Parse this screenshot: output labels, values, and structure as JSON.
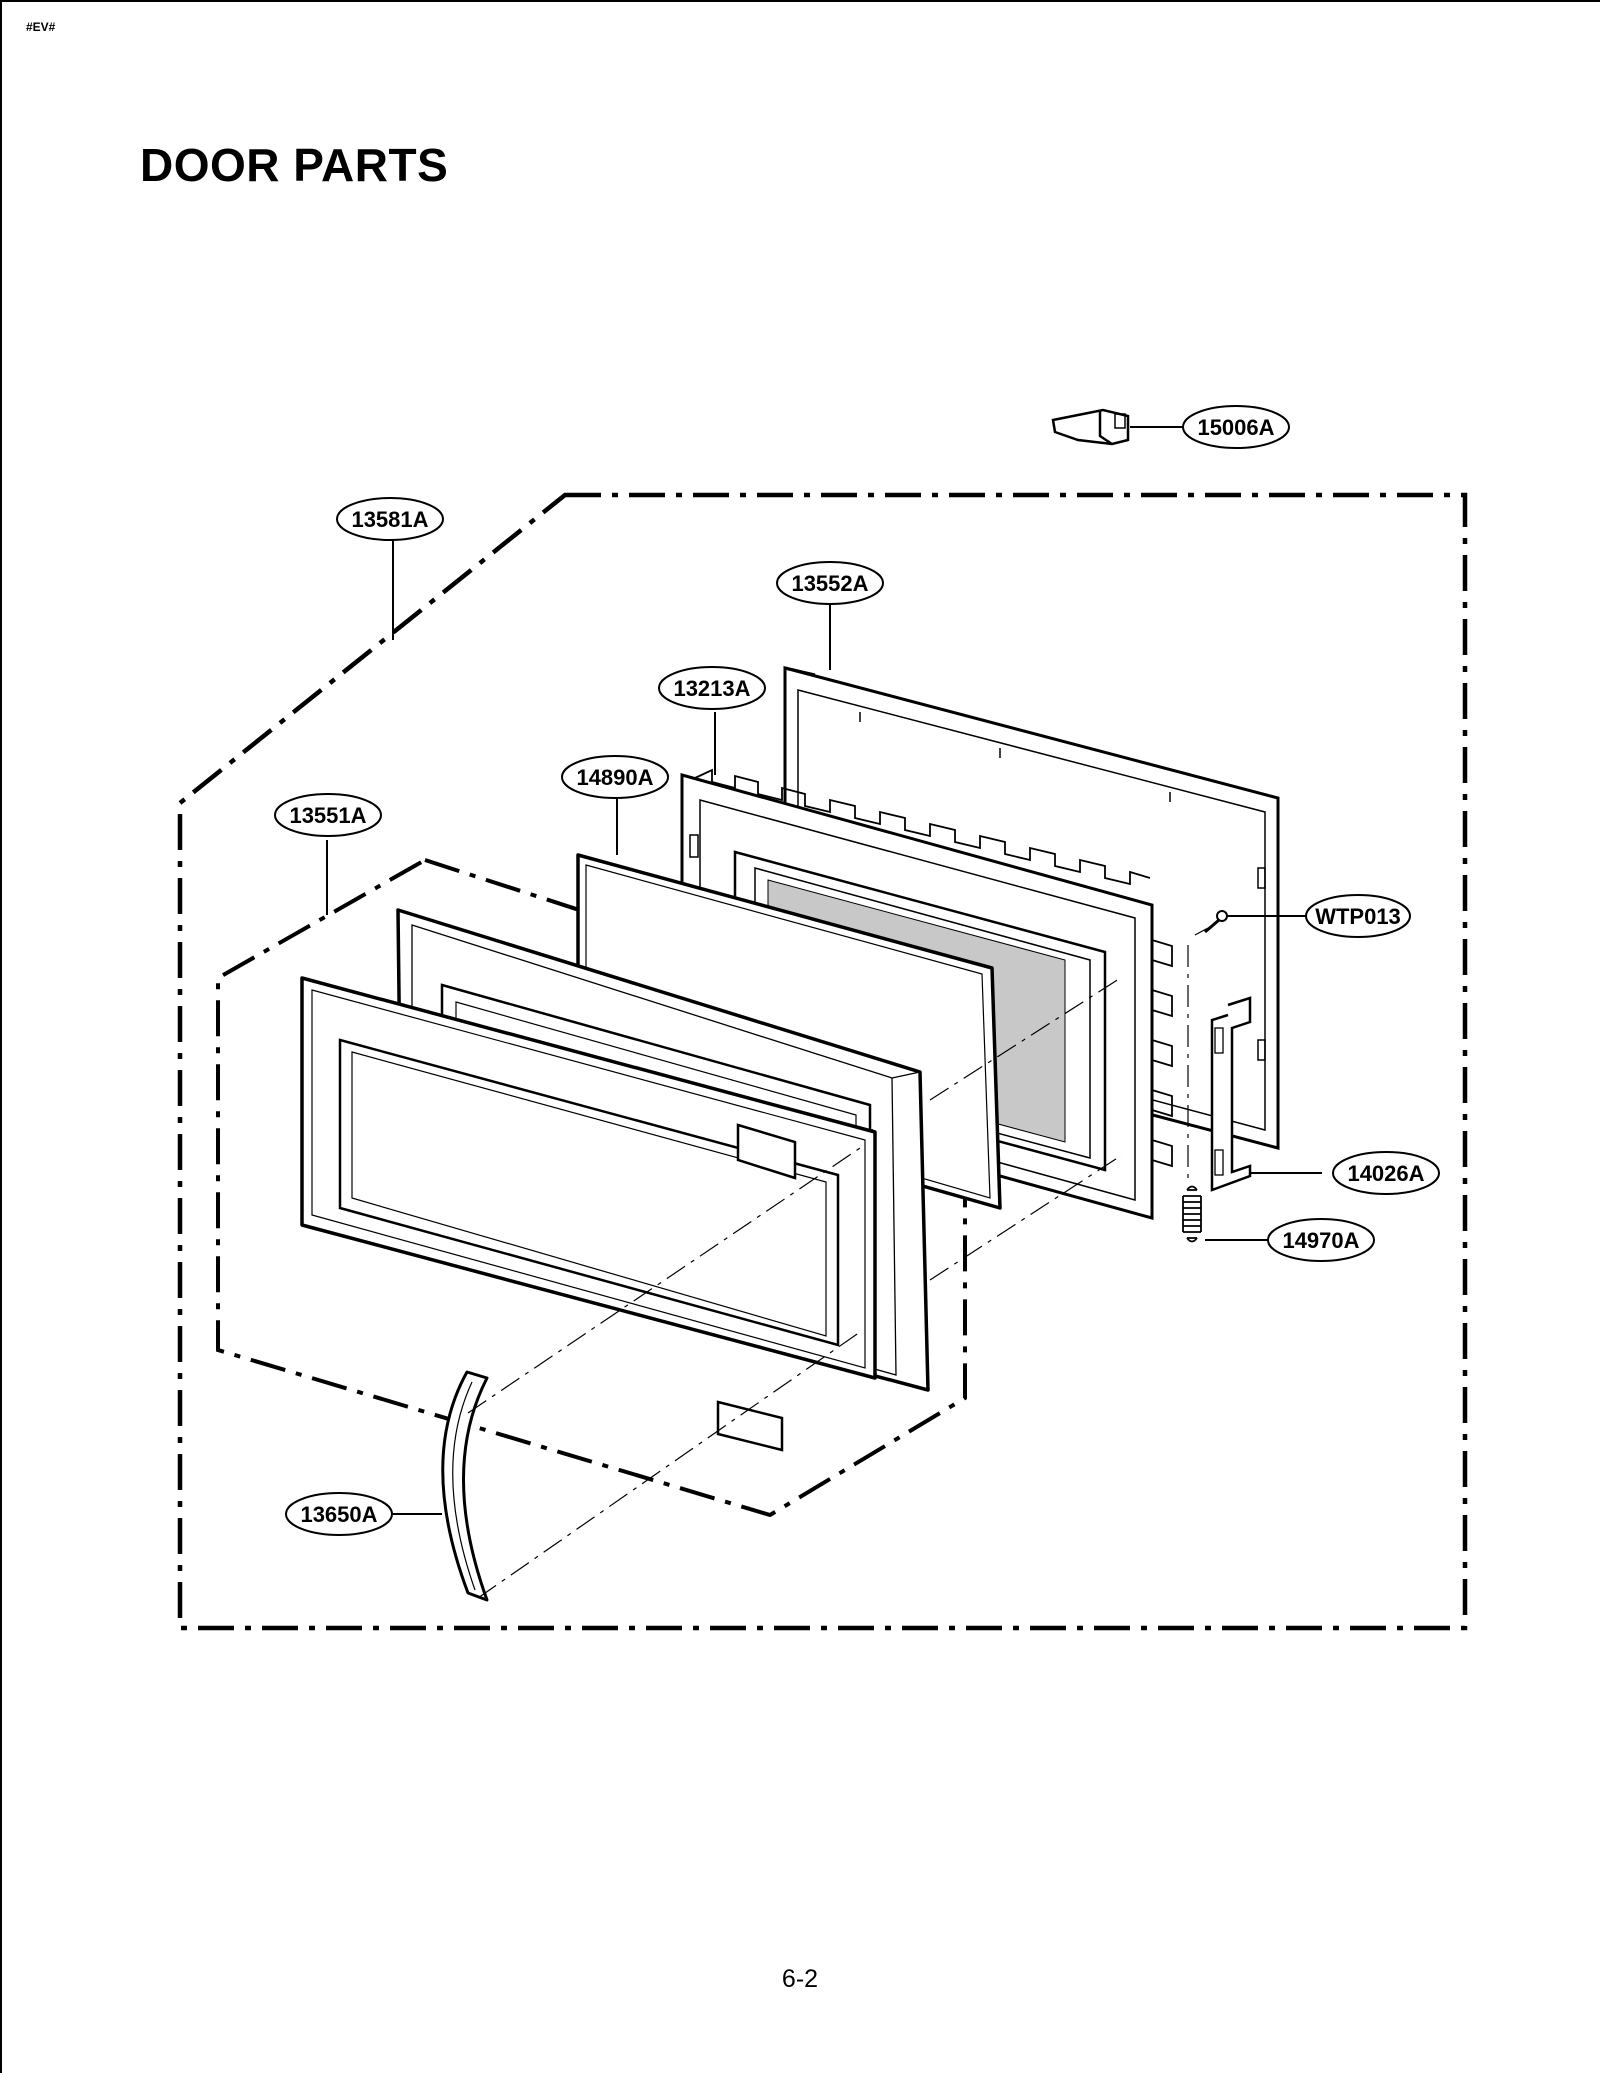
{
  "header": {
    "doc_code": "#EV#",
    "title": "DOOR PARTS"
  },
  "diagram": {
    "callouts": [
      {
        "id": "15006A"
      },
      {
        "id": "13581A"
      },
      {
        "id": "13552A"
      },
      {
        "id": "13213A"
      },
      {
        "id": "14890A"
      },
      {
        "id": "13551A"
      },
      {
        "id": "WTP013"
      },
      {
        "id": "14026A"
      },
      {
        "id": "14970A"
      },
      {
        "id": "13650A"
      }
    ]
  },
  "footer": {
    "page_number": "6-2"
  }
}
